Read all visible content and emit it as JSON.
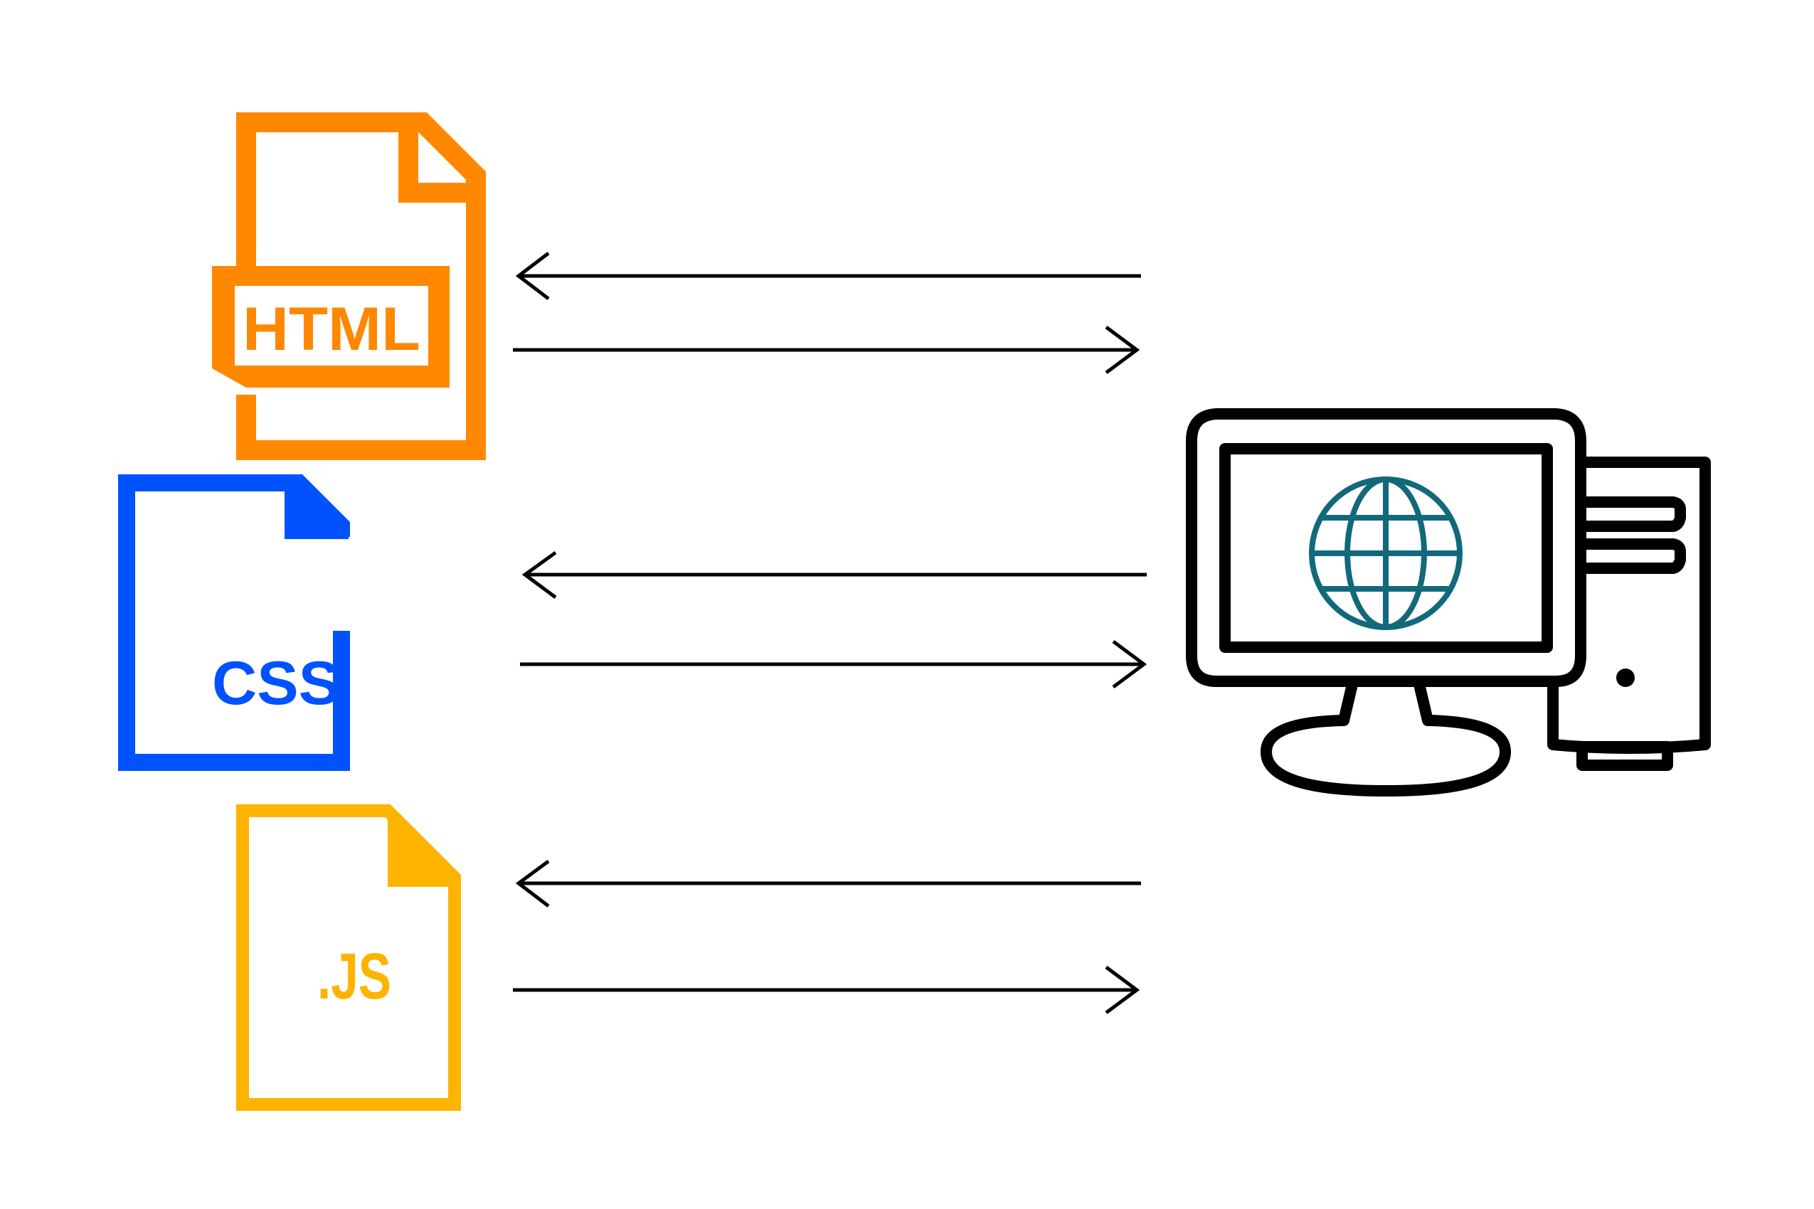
{
  "files": {
    "html": {
      "label": "HTML",
      "color": "#FF8800",
      "icon": "html-file-icon"
    },
    "css": {
      "label": "CSS",
      "color": "#0052FF",
      "icon": "css-file-icon"
    },
    "js": {
      "label": ".JS",
      "color": "#FDB400",
      "icon": "js-file-icon"
    }
  },
  "computer": {
    "icon": "desktop-computer-icon",
    "screen_icon": "globe-icon",
    "globe_color": "#11697A",
    "stroke": "#000000"
  },
  "arrows": {
    "html": [
      "to-file",
      "to-computer"
    ],
    "css": [
      "to-file",
      "to-computer"
    ],
    "js": [
      "to-file",
      "to-computer"
    ]
  }
}
